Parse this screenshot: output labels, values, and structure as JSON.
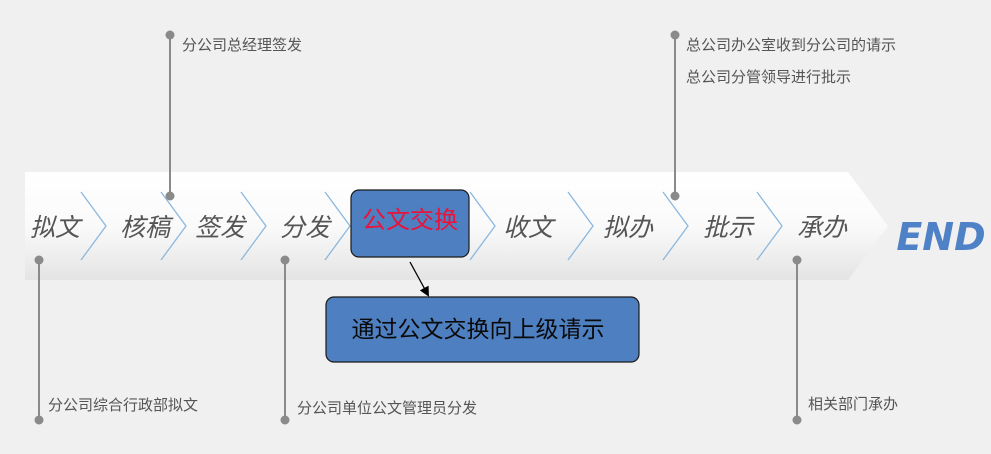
{
  "colors": {
    "background": "#f0f0f0",
    "band_light": "#ffffff",
    "band_dark": "#e4e4e4",
    "chevron": "#8ab8e0",
    "callout_line": "#8a8a8a",
    "box_fill": "#4e7fc0",
    "box_border": "#1a1a1a",
    "exchange_text": "#e8143c",
    "request_text": "#0a0a0a",
    "end_text": "#4f81c7"
  },
  "steps": [
    "拟文",
    "核稿",
    "签发",
    "分发",
    "公文交换",
    "收文",
    "拟办",
    "批示",
    "承办"
  ],
  "end_label": "END",
  "exchange_box": {
    "label": "公文交换"
  },
  "request_box": {
    "label": "通过公文交换向上级请示"
  },
  "notes": {
    "drafting": "分公司综合行政部拟文",
    "signing": "分公司总经理签发",
    "distribution": "分公司单位公文管理员分发",
    "receipt_line1": "总公司办公室收到分公司的请示",
    "receipt_line2": "总公司分管领导进行批示",
    "handling": "相关部门承办"
  }
}
